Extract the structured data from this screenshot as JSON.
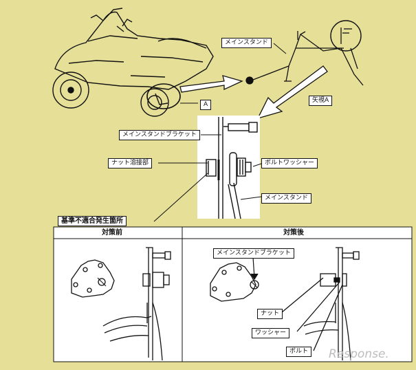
{
  "labels": {
    "main_stand_top": "メインスタンド",
    "arrow_view": "矢視A",
    "a_tag": "A",
    "bracket": "メインスタンドブラケット",
    "nut_weld": "ナット溶接部",
    "bolt_washer": "ボルトワッシャー",
    "main_stand_detail": "メインスタンド",
    "defect_location": "基準不適合発生箇所"
  },
  "table": {
    "before_header": "対策前",
    "after_header": "対策後",
    "after_bracket": "メインスタンドブラケット",
    "nut": "ナット",
    "washer": "ワッシャー",
    "bolt": "ボルト"
  },
  "watermark": "Response."
}
